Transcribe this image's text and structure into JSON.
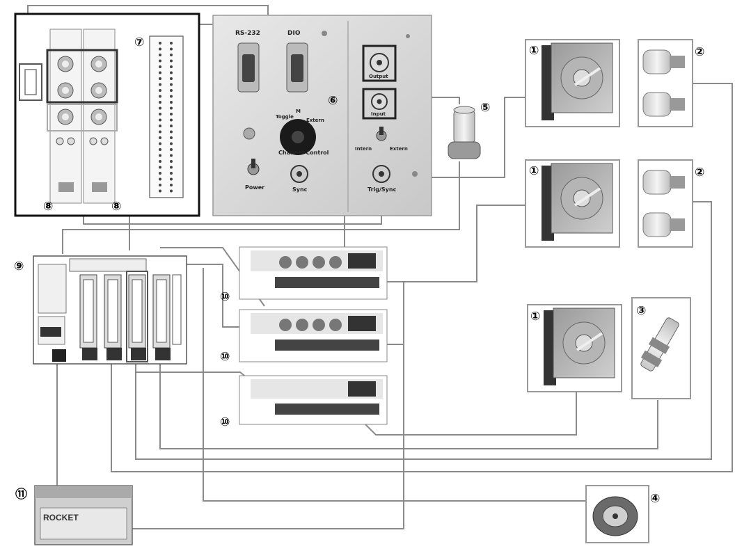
{
  "markers": [
    "①",
    "①",
    "①",
    "②",
    "②",
    "③",
    "④",
    "⑤",
    "⑥",
    "⑦",
    "⑧",
    "⑧",
    "⑨",
    "⑩",
    "⑩",
    "⑩",
    "⑪"
  ],
  "panel_labels": {
    "rs232": "RS-232",
    "dio": "DIO",
    "output": "Output",
    "input": "Input",
    "toggle": "Toggle",
    "m": "M",
    "extern_top": "Extern",
    "channel_control": "Channel Control",
    "intern": "Intern",
    "extern": "Extern",
    "power": "Power",
    "sync": "Sync",
    "trig_sync": "Trig/Sync"
  },
  "battery_label": "ROCKET",
  "colors": {
    "wire": "#7a7a7a",
    "frame": "#111111",
    "panel": "#d9d9d9",
    "motor": "#3a3a3a"
  }
}
